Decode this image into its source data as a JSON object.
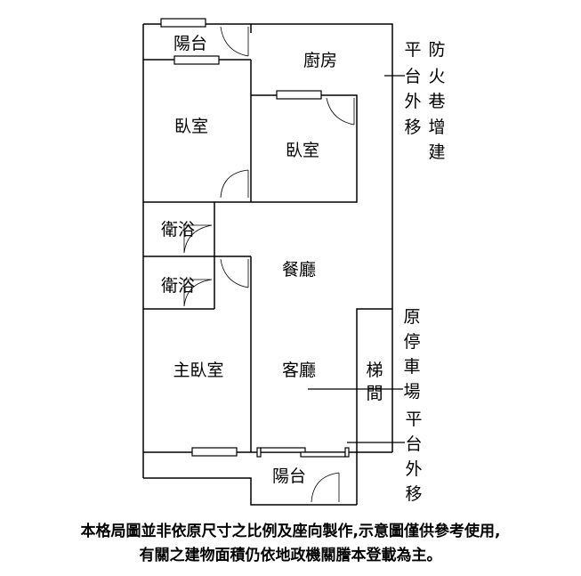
{
  "rooms": {
    "balcony_top": "陽台",
    "kitchen": "廚房",
    "bedroom_left": "臥室",
    "bedroom_right": "臥室",
    "bath_1": "衛浴",
    "bath_2": "衛浴",
    "dining": "餐廳",
    "master_bedroom": "主臥室",
    "living": "客廳",
    "stair": [
      "梯",
      "間"
    ],
    "balcony_bottom": "陽台"
  },
  "annotations": {
    "platform_moved_top": [
      "平",
      "台",
      "外",
      "移"
    ],
    "fire_lane_extension": [
      "防",
      "火",
      "巷",
      "增",
      "建"
    ],
    "former_parking": [
      "原",
      "停",
      "車",
      "場"
    ],
    "platform_moved_bottom": [
      "平",
      "台",
      "外",
      "移"
    ]
  },
  "disclaimer": {
    "line1": "本格局圖並非依原尺寸之比例及座向製作,示意圖僅供參考使用,",
    "line2": "有關之建物面積仍依地政機關謄本登載為主。"
  }
}
